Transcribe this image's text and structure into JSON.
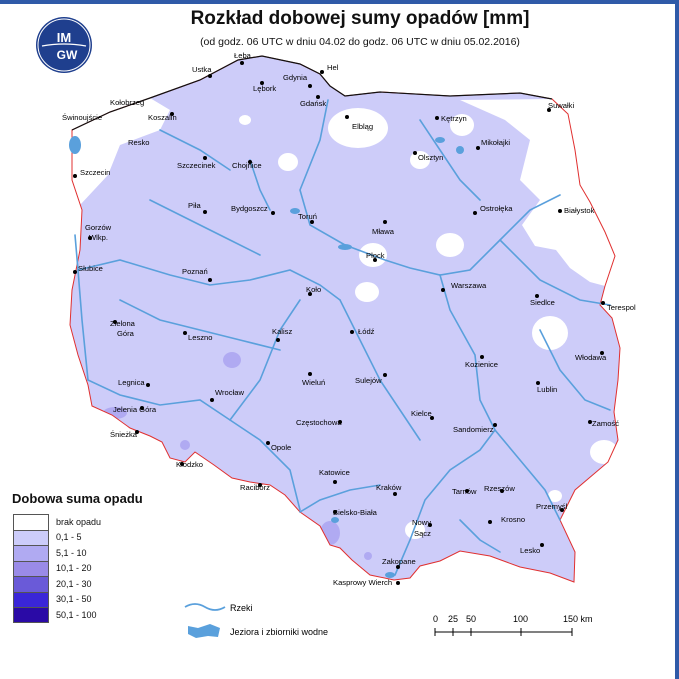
{
  "title": "Rozkład dobowej sumy opadów [mm]",
  "subtitle": "(od godz. 06 UTC w dniu 04.02 do godz. 06 UTC w dniu 05.02.2016)",
  "logo": {
    "text_top": "IM",
    "text_bottom": "GW"
  },
  "legend": {
    "title": "Dobowa suma opadu",
    "items": [
      {
        "label": "brak opadu",
        "color": "#ffffff"
      },
      {
        "label": "0,1 - 5",
        "color": "#ccccfa"
      },
      {
        "label": "5,1 - 10",
        "color": "#b0aaf2"
      },
      {
        "label": "10,1 - 20",
        "color": "#9a8be8"
      },
      {
        "label": "20,1 - 30",
        "color": "#6a5ad8"
      },
      {
        "label": "30,1 - 50",
        "color": "#3a26d8"
      },
      {
        "label": "50,1 - 100",
        "color": "#2a0aa6"
      }
    ]
  },
  "map_key": {
    "rivers": "Rzeki",
    "lakes": "Jeziora i zbiorniki wodne"
  },
  "scale": {
    "ticks": [
      "0",
      "25",
      "50",
      "100",
      "150 km"
    ]
  },
  "cities": [
    {
      "name": "Łeba"
    },
    {
      "name": "Ustka"
    },
    {
      "name": "Hel"
    },
    {
      "name": "Gdynia"
    },
    {
      "name": "Lębork"
    },
    {
      "name": "Gdańsk"
    },
    {
      "name": "Kołobrzeg"
    },
    {
      "name": "Koszalin"
    },
    {
      "name": "Świnoujście"
    },
    {
      "name": "Resko"
    },
    {
      "name": "Elbląg"
    },
    {
      "name": "Kętrzyn"
    },
    {
      "name": "Suwałki"
    },
    {
      "name": "Mikołajki"
    },
    {
      "name": "Olsztyn"
    },
    {
      "name": "Szczecinek"
    },
    {
      "name": "Chojnice"
    },
    {
      "name": "Szczecin"
    },
    {
      "name": "Piła"
    },
    {
      "name": "Bydgoszcz"
    },
    {
      "name": "Toruń"
    },
    {
      "name": "Mława"
    },
    {
      "name": "Ostrołęka"
    },
    {
      "name": "Białystok"
    },
    {
      "name": "Gorzów"
    },
    {
      "name": "Wlkp."
    },
    {
      "name": "Słubice"
    },
    {
      "name": "Poznań"
    },
    {
      "name": "Płock"
    },
    {
      "name": "Warszawa"
    },
    {
      "name": "Koło"
    },
    {
      "name": "Siedlce"
    },
    {
      "name": "Terespol"
    },
    {
      "name": "Zielona"
    },
    {
      "name": "Góra"
    },
    {
      "name": "Leszno"
    },
    {
      "name": "Kalisz"
    },
    {
      "name": "Łódź"
    },
    {
      "name": "Kozienice"
    },
    {
      "name": "Włodawa"
    },
    {
      "name": "Legnica"
    },
    {
      "name": "Wrocław"
    },
    {
      "name": "Wieluń"
    },
    {
      "name": "Sulejów"
    },
    {
      "name": "Lublin"
    },
    {
      "name": "Jelenia Góra"
    },
    {
      "name": "Częstochowa"
    },
    {
      "name": "Kielce"
    },
    {
      "name": "Śnieżka"
    },
    {
      "name": "Sandomierz"
    },
    {
      "name": "Zamość"
    },
    {
      "name": "Opole"
    },
    {
      "name": "Kłodzko"
    },
    {
      "name": "Katowice"
    },
    {
      "name": "Racibórz"
    },
    {
      "name": "Kraków"
    },
    {
      "name": "Tarnów"
    },
    {
      "name": "Rzeszów"
    },
    {
      "name": "Przemyśl"
    },
    {
      "name": "Bielsko-Biała"
    },
    {
      "name": "Nowy"
    },
    {
      "name": "Sącz"
    },
    {
      "name": "Krosno"
    },
    {
      "name": "Lesko"
    },
    {
      "name": "Zakopane"
    },
    {
      "name": "Kasprowy Wierch"
    }
  ]
}
